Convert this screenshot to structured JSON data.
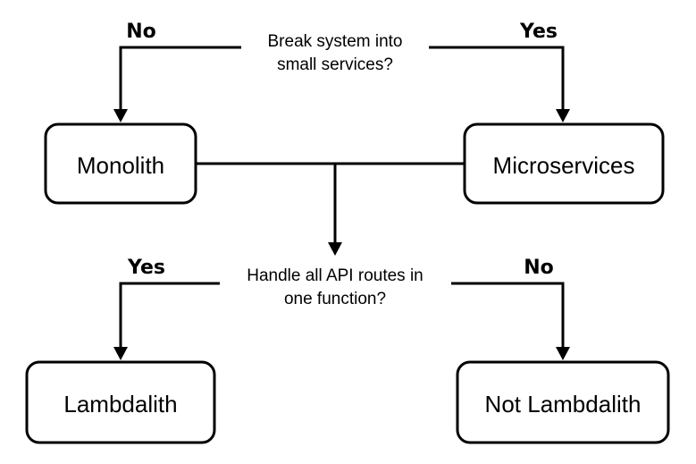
{
  "diagram": {
    "questions": {
      "q1": {
        "line1": "Break system into",
        "line2": "small services?"
      },
      "q2": {
        "line1": "Handle all API routes in",
        "line2": "one function?"
      }
    },
    "answers": {
      "q1_left": "No",
      "q1_right": "Yes",
      "q2_left": "Yes",
      "q2_right": "No"
    },
    "nodes": {
      "monolith": "Monolith",
      "microservices": "Microservices",
      "lambdalith": "Lambdalith",
      "not_lambdalith": "Not Lambdalith"
    },
    "colors": {
      "stroke": "#000000",
      "background": "#ffffff"
    }
  }
}
